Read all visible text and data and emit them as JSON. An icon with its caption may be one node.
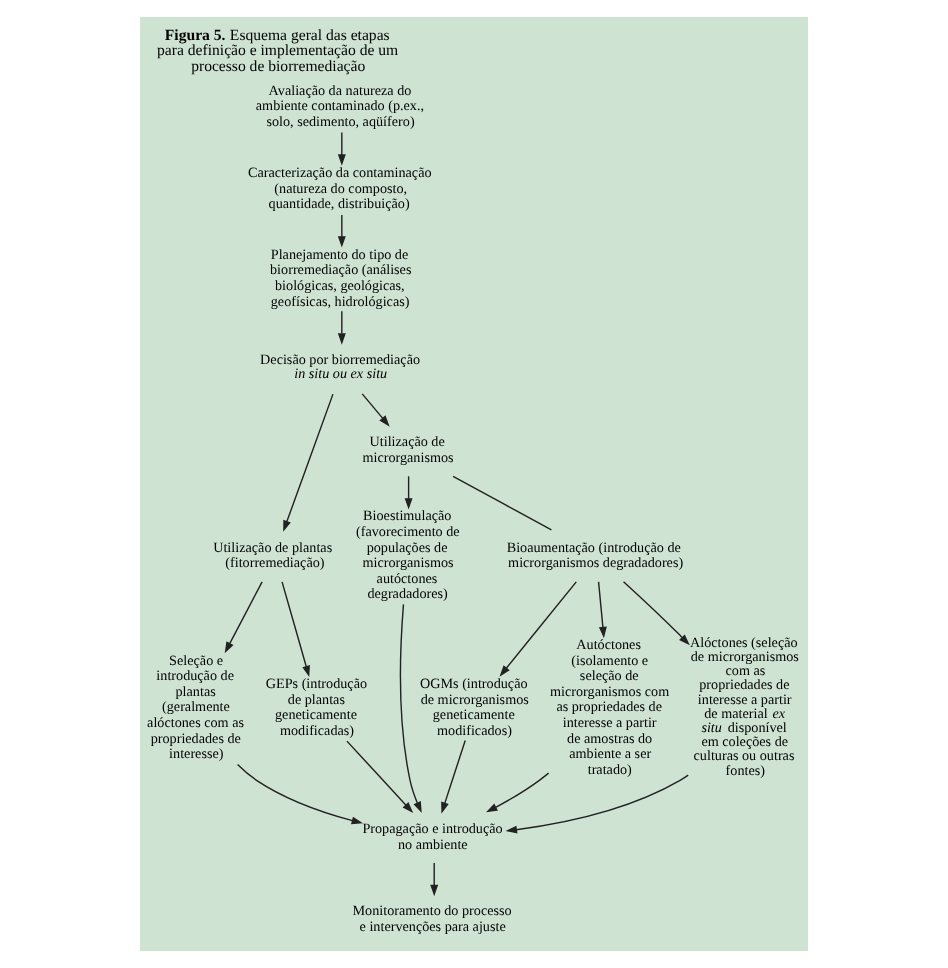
{
  "diagram": {
    "caption": "**Figura 5.** Esquema geral das etapas para definição e implementação de um processo de biorremediação",
    "nodes": [
      {
        "text": [
          "Avaliação da natureza do ambiente contaminado (p.ex., solo, sedimento, aqüífero)"
        ]
      },
      {
        "text": [
          "Caracterização da contaminação (natureza do composto, quantidade, distribuição)"
        ]
      },
      {
        "text": [
          "Planejamento do tipo de biorremediação (análises biológicas, geológicas, geofísicas, hidrológicas)"
        ]
      },
      {
        "text": [
          "Decisão por biorremediação",
          "in situ ou ex situ"
        ]
      },
      {
        "text": [
          "Utilização de plantas (fitorremediação)"
        ]
      },
      {
        "text": [
          "Utilização de microrganismos"
        ]
      },
      {
        "text": [
          "Seleção e introdução de plantas (geralmente alóctones com as propriedades de interesse)"
        ]
      },
      {
        "text": [
          "GEPs (introdução de plantas geneticamente modificadas)"
        ]
      },
      {
        "text": [
          "Bioestimulação",
          "(favorecimento de populações de microrganismos autóctones degradadores)"
        ]
      },
      {
        "text": [
          "Bioaumentação (introdução de microrganismos degradadores)"
        ]
      },
      {
        "text": [
          "OGMs (introdução de microrganismos geneticamente modificados)"
        ]
      },
      {
        "text": [
          "Autóctones (isolamento e seleção de microrganismos com as propriedades de interesse a partir de amostras do ambiente a ser tratado)"
        ]
      },
      {
        "text": [
          "Alóctones (seleção de microrganismos com as propriedades de interesse a partir de material *ex situ* disponível em coleções de culturas ou outras fontes)"
        ]
      },
      {
        "text": [
          "Propagação e introdução no ambiente"
        ]
      },
      {
        "text": [
          "Monitoramento do processo e intervenções para ajuste"
        ]
      }
    ],
    "edges": [
      {
        "from": 0,
        "to": 1,
        "arrow": "to"
      },
      {
        "from": 1,
        "to": 2,
        "arrow": "to"
      },
      {
        "from": 2,
        "to": 3,
        "arrow": "to"
      },
      {
        "from": 3,
        "to": 4,
        "arrow": "to"
      },
      {
        "from": 3,
        "to": 5,
        "arrow": "to"
      },
      {
        "from": 4,
        "to": 6,
        "arrow": "to"
      },
      {
        "from": 4,
        "to": 7,
        "arrow": "to"
      },
      {
        "from": 5,
        "to": 8,
        "arrow": "to"
      },
      {
        "from": 5,
        "to": 9,
        "arrow": "none"
      },
      {
        "from": 9,
        "to": 10,
        "arrow": "to"
      },
      {
        "from": 9,
        "to": 11,
        "arrow": "to"
      },
      {
        "from": 9,
        "to": 12,
        "arrow": "to"
      },
      {
        "from": 6,
        "to": 13,
        "arrow": "to"
      },
      {
        "from": 7,
        "to": 13,
        "arrow": "to"
      },
      {
        "from": 8,
        "to": 13,
        "arrow": "to"
      },
      {
        "from": 10,
        "to": 13,
        "arrow": "to"
      },
      {
        "from": 11,
        "to": 13,
        "arrow": "to"
      },
      {
        "from": 12,
        "to": 13,
        "arrow": "to"
      },
      {
        "from": 13,
        "to": 14,
        "arrow": "to"
      }
    ]
  }
}
